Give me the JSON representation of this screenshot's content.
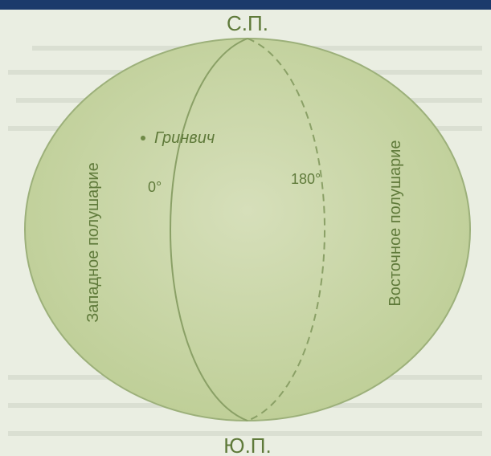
{
  "labels": {
    "north_pole": "С.П.",
    "south_pole": "Ю.П.",
    "greenwich": "Гринвич",
    "meridian_zero": "0°",
    "meridian_180": "180°",
    "western_hemisphere": "Западное полушарие",
    "eastern_hemisphere": "Восточное полушарие"
  },
  "colors": {
    "frame": "#1b3a6b",
    "paper": "#eaeee2",
    "globe_fill": "#c9d6a6",
    "globe_stroke": "#8aa066",
    "text": "#5f7a3a"
  }
}
